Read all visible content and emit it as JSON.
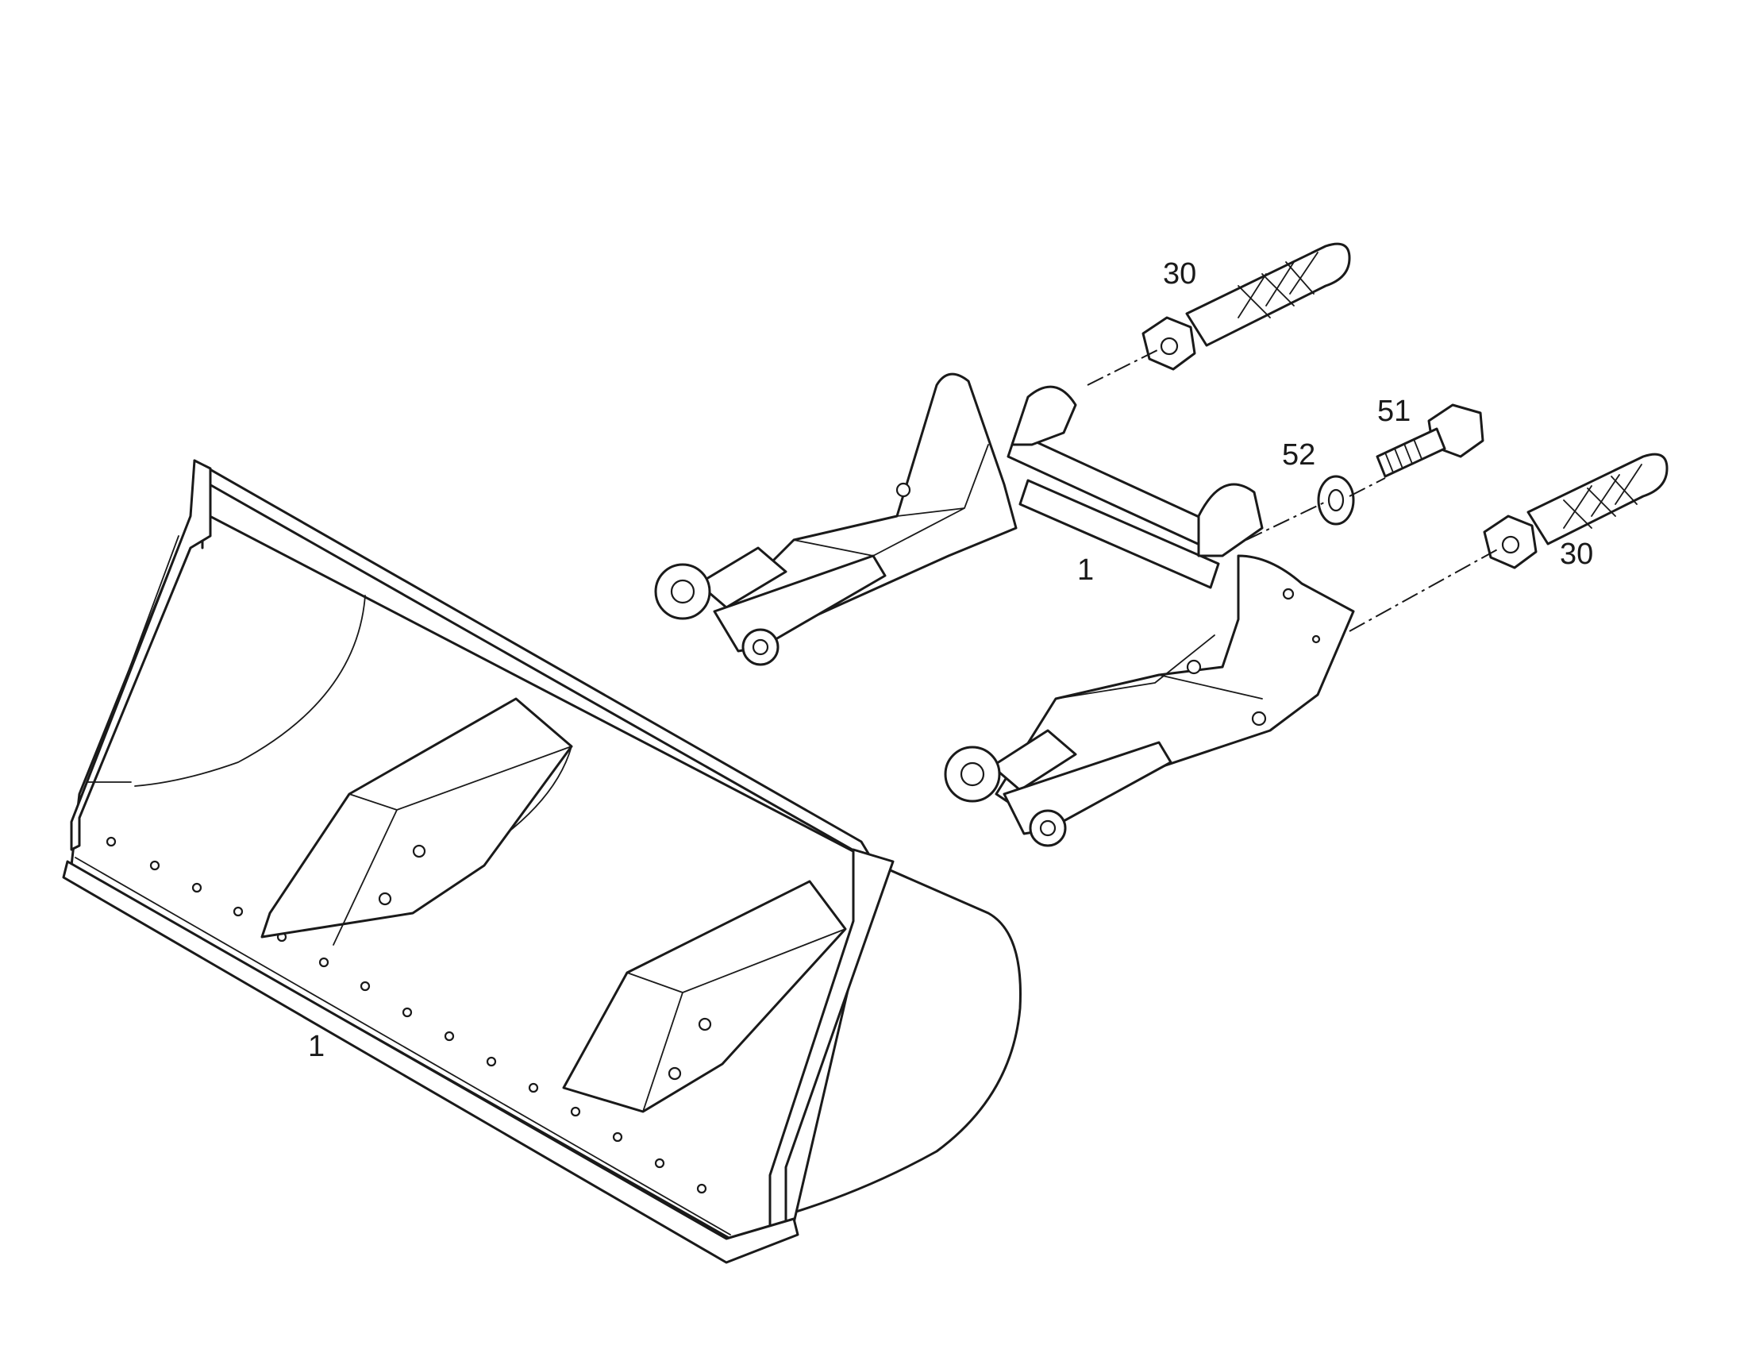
{
  "labels": {
    "bucket": "1",
    "hitch": "1",
    "pin_top": "30",
    "pin_bottom": "30",
    "bolt": "51",
    "washer": "52"
  }
}
